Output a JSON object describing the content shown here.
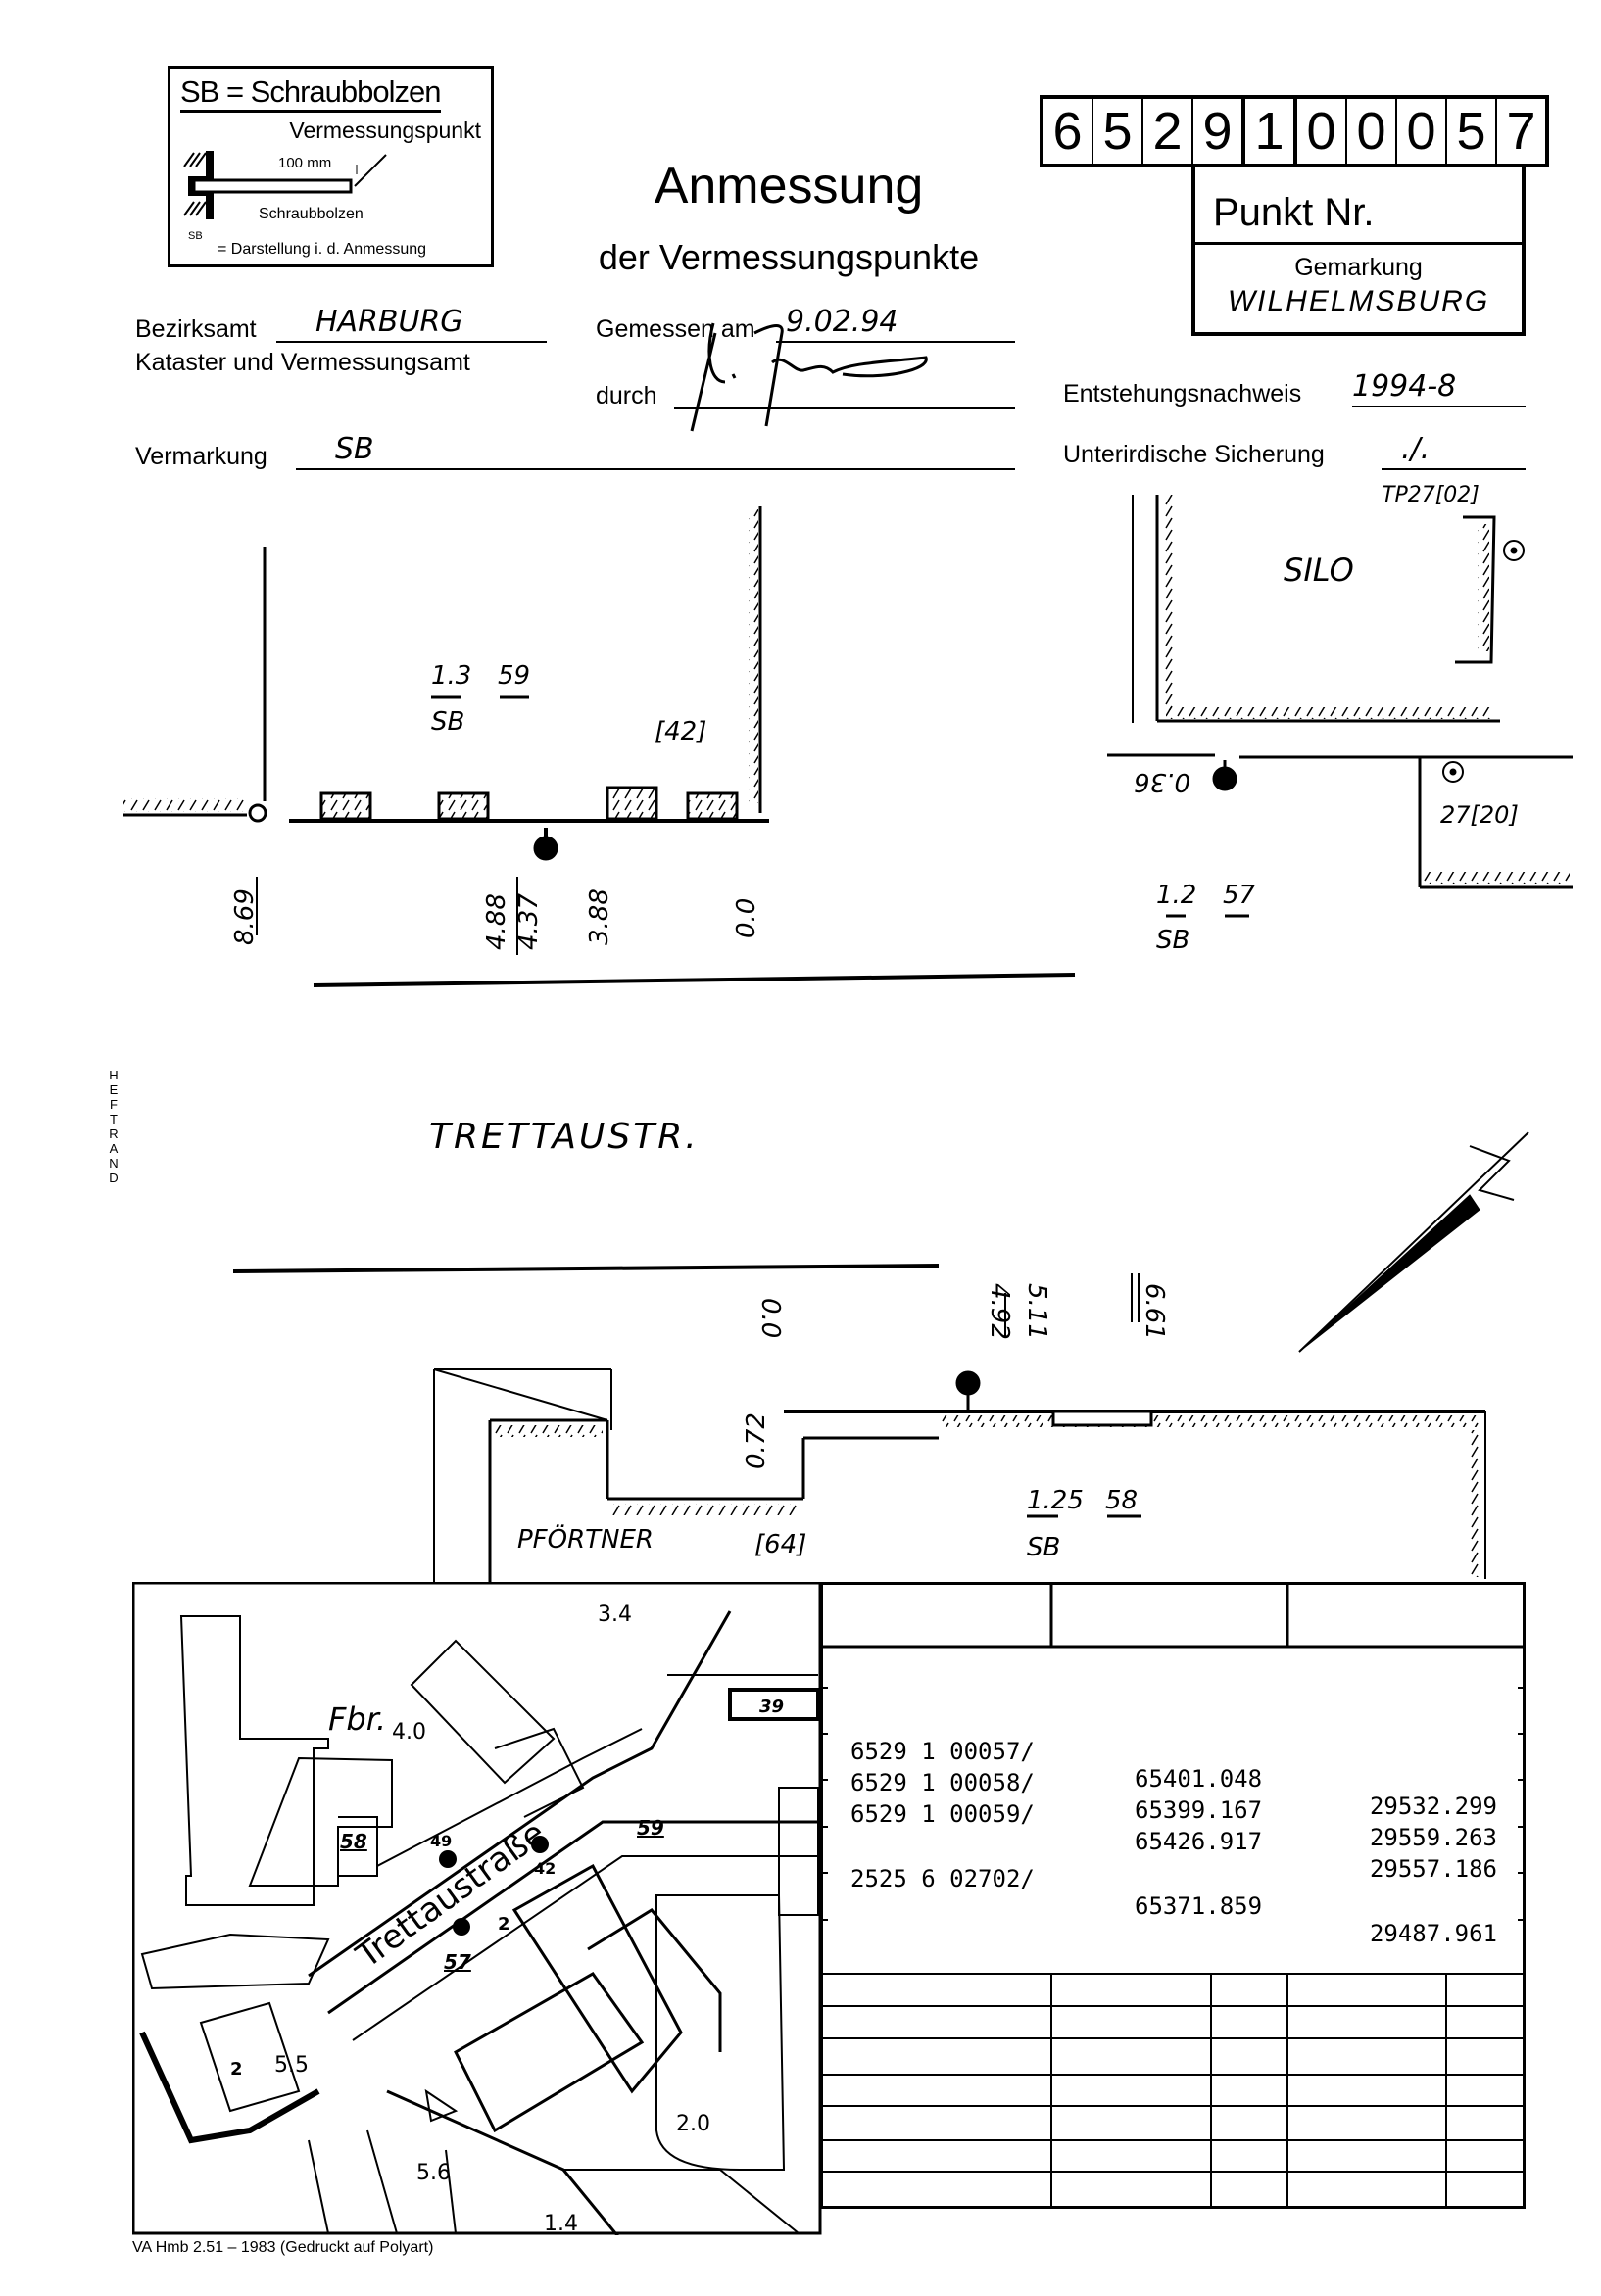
{
  "legend": {
    "title": "SB = Schraubbolzen",
    "point_label": "Vermessungspunkt",
    "dimension": "100 mm",
    "bolt_label": "Schraubbolzen",
    "symbol_code": "SB",
    "symbol_desc": "= Darstellung i. d. Anmessung"
  },
  "header": {
    "title": "Anmessung",
    "subtitle": "der Vermessungspunkte",
    "point_number_digits": [
      "6",
      "5",
      "2",
      "9",
      "1",
      "0",
      "0",
      "0",
      "5",
      "7"
    ],
    "point_label": "Punkt Nr.",
    "gemarkung_label": "Gemarkung",
    "gemarkung_value": "WILHELMSBURG"
  },
  "form": {
    "bezirksamt_label": "Bezirksamt",
    "bezirksamt_value": "HARBURG",
    "kataster_label": "Kataster und Vermessungsamt",
    "gemessen_label": "Gemessen am",
    "gemessen_value": "9.02.94",
    "durch_label": "durch",
    "entstehung_label": "Entstehungsnachweis",
    "entstehung_value": "1994-8",
    "vermarkung_label": "Vermarkung",
    "vermarkung_value": "SB",
    "sicherung_label": "Unterirdische Sicherung",
    "sicherung_value": "./."
  },
  "sketch": {
    "left_point": {
      "dist": "1.3",
      "type": "SB",
      "num": "59"
    },
    "left_house": "[42]",
    "left_measures": [
      "8.69",
      "4.88",
      "4.37",
      "3.88",
      "0.0"
    ],
    "silo": "SILO",
    "tp": "TP27[02]",
    "right_measure": "0.36",
    "right_house": "27[20]",
    "right_point": {
      "dist": "1.2",
      "type": "SB",
      "num": "57"
    },
    "street": "TRETTAUSTR.",
    "bottom_measures": [
      "0.0",
      "4.92",
      "5.11",
      "6.61"
    ],
    "bottom_offset": "0.72",
    "pfortner": "PFÖRTNER",
    "bottom_house": "[64]",
    "bottom_point": {
      "dist": "1.25",
      "type": "SB",
      "num": "58"
    }
  },
  "margin_label": "HEFTRAND",
  "map": {
    "street": "Trettaustraße",
    "fbr": "Fbr.",
    "heights": [
      "4.0",
      "3.4",
      "5.5",
      "5.6",
      "2.0",
      "1.4"
    ],
    "points": [
      "58",
      "59",
      "57"
    ],
    "house_numbers": [
      "39",
      "49",
      "42",
      "2",
      "2"
    ]
  },
  "coordinates": [
    {
      "point": "6529 1 00057/",
      "x": "65401.048",
      "y": "29532.299"
    },
    {
      "point": "6529 1 00058/",
      "x": "65399.167",
      "y": "29559.263"
    },
    {
      "point": "6529 1 00059/",
      "x": "65426.917",
      "y": "29557.186"
    },
    {
      "point": "2525 6 02702/",
      "x": "65371.859",
      "y": "29487.961"
    }
  ],
  "footer": "VA Hmb 2.51 – 1983 (Gedruckt auf Polyart)"
}
